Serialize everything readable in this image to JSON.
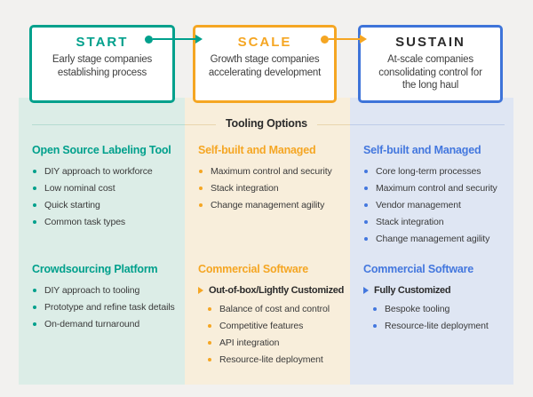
{
  "stages": [
    {
      "label": "START",
      "description": "Early stage companies establishing process"
    },
    {
      "label": "SCALE",
      "description": "Growth stage companies accelerating development"
    },
    {
      "label": "SUSTAIN",
      "description": "At-scale companies consolidating control for the long haul"
    }
  ],
  "divider": {
    "label": "Tooling Options"
  },
  "columns": [
    {
      "stage": "START",
      "sections": [
        {
          "heading": "Open Source Labeling Tool",
          "items": [
            "DIY approach to workforce",
            "Low nominal cost",
            "Quick starting",
            "Common task types"
          ]
        },
        {
          "heading": "Crowdsourcing Platform",
          "items": [
            "DIY approach to tooling",
            "Prototype and refine task details",
            "On-demand turnaround"
          ]
        }
      ]
    },
    {
      "stage": "SCALE",
      "sections": [
        {
          "heading": "Self-built and Managed",
          "items": [
            "Maximum control and security",
            "Stack integration",
            "Change management agility"
          ]
        },
        {
          "heading": "Commercial Software",
          "subheading": "Out-of-box/Lightly Customized",
          "items": [
            "Balance of cost and control",
            "Competitive features",
            "API integration",
            "Resource-lite deployment"
          ]
        }
      ]
    },
    {
      "stage": "SUSTAIN",
      "sections": [
        {
          "heading": "Self-built and Managed",
          "items": [
            "Core long-term processes",
            "Maximum control and security",
            "Vendor management",
            "Stack integration",
            "Change management agility"
          ]
        },
        {
          "heading": "Commercial Software",
          "subheading": "Fully Customized",
          "items": [
            "Bespoke tooling",
            "Resource-lite deployment"
          ]
        }
      ]
    }
  ],
  "colors": {
    "teal": "#00A08C",
    "orange": "#F5A623",
    "blue": "#3E74D9",
    "teal_column_bg": "#DCEDE7",
    "orange_column_bg": "#F8EEDB",
    "blue_column_bg": "#DFE6F3",
    "page_bg": "#F2F1EF",
    "card_bg": "#FFFFFF",
    "text_dark": "#2B2B2B"
  }
}
